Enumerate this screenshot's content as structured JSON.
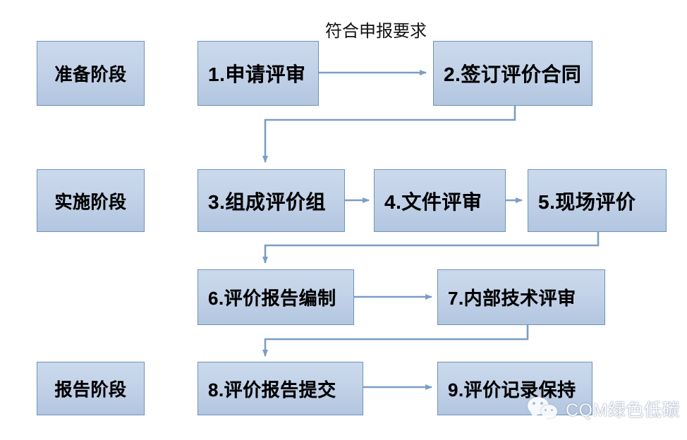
{
  "diagram": {
    "title_text": "",
    "colors": {
      "node_fill_top": "#cbd9ec",
      "node_fill_bottom": "#b3c6e0",
      "node_border": "#6f93bc",
      "connector": "#7b9dc4",
      "text": "#000000",
      "background": "#ffffff"
    },
    "phases": [
      {
        "id": "phase-prepare",
        "label": "准备阶段"
      },
      {
        "id": "phase-implement",
        "label": "实施阶段"
      },
      {
        "id": "phase-report",
        "label": "报告阶段"
      }
    ],
    "steps": [
      {
        "id": "step-1",
        "label": "1.申请评审"
      },
      {
        "id": "step-2",
        "label": "2.签订评价合同"
      },
      {
        "id": "step-3",
        "label": "3.组成评价组"
      },
      {
        "id": "step-4",
        "label": "4.文件评审"
      },
      {
        "id": "step-5",
        "label": "5.现场评价"
      },
      {
        "id": "step-6",
        "label": "6.评价报告编制"
      },
      {
        "id": "step-7",
        "label": "7.内部技术评审"
      },
      {
        "id": "step-8",
        "label": "8.评价报告提交"
      },
      {
        "id": "step-9",
        "label": "9.评价记录保持"
      }
    ],
    "edge_labels": [
      {
        "id": "edge-label-1-2",
        "label": "符合申报要求"
      }
    ],
    "connections": [
      {
        "from": "step-1",
        "to": "step-2",
        "label": "符合申报要求"
      },
      {
        "from": "step-2",
        "to": "step-3",
        "label": ""
      },
      {
        "from": "step-3",
        "to": "step-4",
        "label": ""
      },
      {
        "from": "step-4",
        "to": "step-5",
        "label": ""
      },
      {
        "from": "step-5",
        "to": "step-6",
        "label": ""
      },
      {
        "from": "step-6",
        "to": "step-7",
        "label": ""
      },
      {
        "from": "step-7",
        "to": "step-8",
        "label": ""
      },
      {
        "from": "step-8",
        "to": "step-9",
        "label": ""
      }
    ]
  },
  "watermark": {
    "text": "CQM绿色低碳",
    "icon": "wechat-icon"
  }
}
